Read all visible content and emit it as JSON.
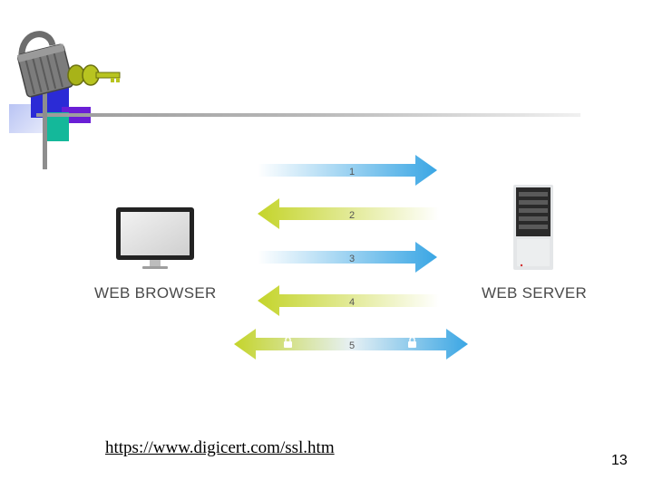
{
  "diagram": {
    "nodes": {
      "browser_label": "WEB BROWSER",
      "server_label": "WEB SERVER"
    },
    "steps": [
      {
        "number": "1",
        "direction": "to-server",
        "color": "#3aa6e4"
      },
      {
        "number": "2",
        "direction": "to-browser",
        "color": "#c4d42a"
      },
      {
        "number": "3",
        "direction": "to-server",
        "color": "#3aa6e4"
      },
      {
        "number": "4",
        "direction": "to-browser",
        "color": "#c4d42a"
      },
      {
        "number": "5",
        "direction": "bidirectional-secure",
        "color": "#6cc0b0"
      }
    ]
  },
  "footer": {
    "link_text": "https://www.digicert.com/ssl.htm",
    "page_number": "13"
  },
  "icons": {
    "logo": "padlock-with-key-icon",
    "browser": "monitor-icon",
    "server": "server-tower-icon",
    "secure": "lock-icon"
  },
  "colors": {
    "arrow_blue": "#3aa6e4",
    "arrow_yellow": "#c4d42a",
    "deco_blue": "#2b2bd6",
    "deco_teal": "#14b89a"
  }
}
